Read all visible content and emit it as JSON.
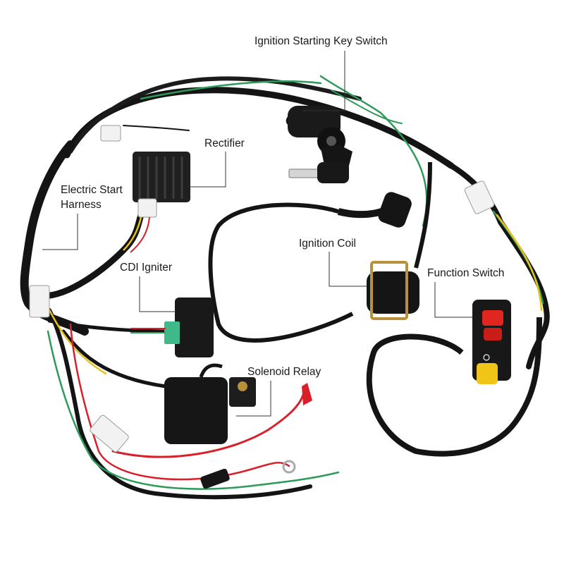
{
  "labels": {
    "ignition_key_switch": "Ignition Starting  Key Switch",
    "rectifier": "Rectifier",
    "electric_start_line1": "Electric Start",
    "electric_start_line2": "Harness",
    "ignition_coil": "Ignition Coil",
    "function_switch": "Function Switch",
    "cdi_igniter": "CDI Igniter",
    "solenoid_relay": "Solenoid Relay"
  },
  "colors": {
    "harness": "#141414",
    "wire_green": "#2e9a58",
    "wire_red": "#d8202a",
    "wire_yellow": "#e6c21c",
    "connector_white": "#f2f2f2",
    "cdi_green": "#3fb88a",
    "button_red": "#e0261f",
    "button_yellow": "#f0c419",
    "leader_line": "#333333"
  }
}
